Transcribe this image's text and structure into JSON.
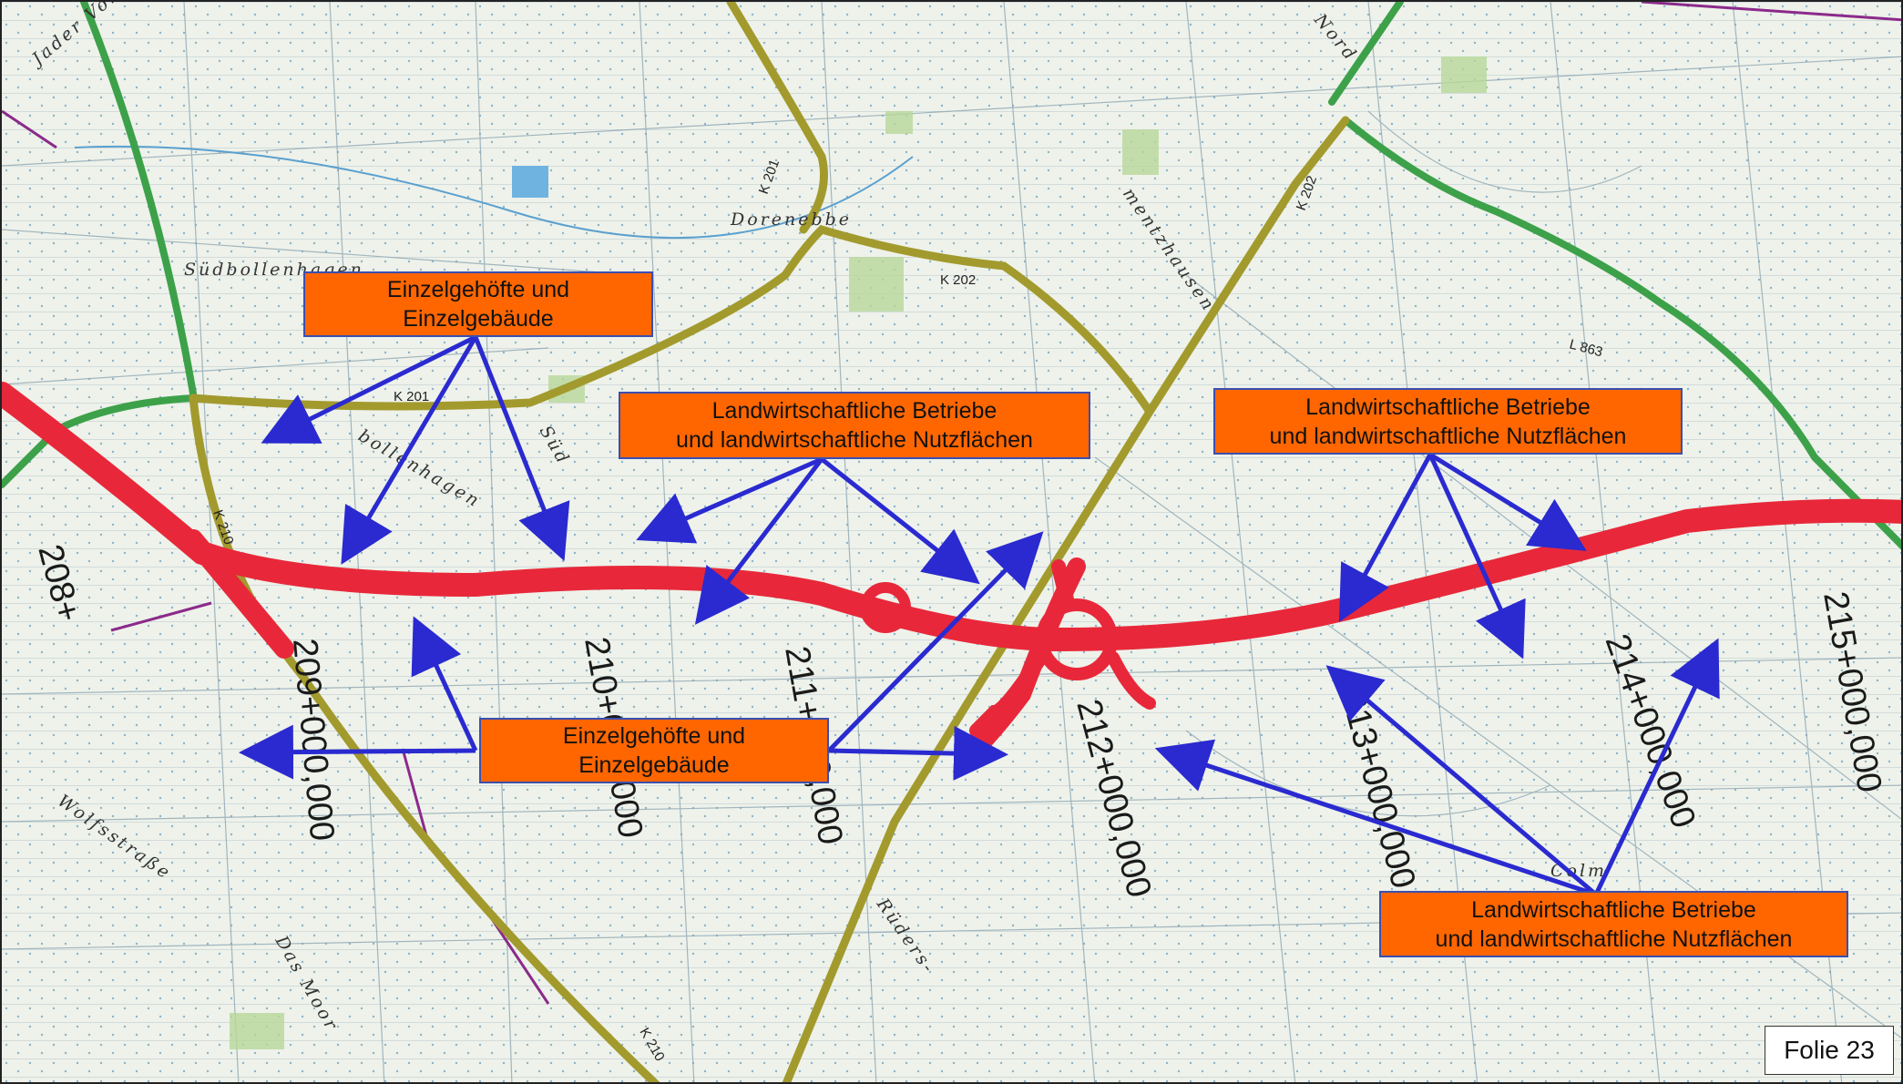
{
  "callouts": [
    {
      "line1": "Einzelgehöfte und",
      "line2": "Einzelgebäude"
    },
    {
      "line1": "Landwirtschaftliche Betriebe",
      "line2": "und landwirtschaftliche Nutzflächen"
    },
    {
      "line1": "Landwirtschaftliche Betriebe",
      "line2": "und landwirtschaftliche Nutzflächen"
    },
    {
      "line1": "Einzelgehöfte und",
      "line2": "Einzelgebäude"
    },
    {
      "line1": "Landwirtschaftliche Betriebe",
      "line2": "und landwirtschaftliche Nutzflächen"
    }
  ],
  "stations": [
    "208+",
    "209+000,000",
    "210+000,000",
    "211+000,000",
    "212+000,000",
    "213+000,000",
    "214+000,000",
    "215+000,000"
  ],
  "road_labels": [
    "K 201",
    "K 201",
    "K 202",
    "K 210",
    "K 210",
    "L 863",
    "K 202"
  ],
  "place_names": [
    "Jader Vorwerk",
    "Südbollenhagen",
    "bollenhagen",
    "Süd",
    "Dorenebbe",
    "mentzhausen",
    "Nord",
    "Wolfsstraße",
    "Rüders-",
    "Das Moor",
    "Colm"
  ],
  "slide_label": "Folie 23",
  "colors": {
    "highway": "#e8283a",
    "federal_road": "#9d9a2e",
    "state_road": "#3da14a",
    "callout_fill": "#ff6600",
    "arrow": "#2a2ad0"
  }
}
